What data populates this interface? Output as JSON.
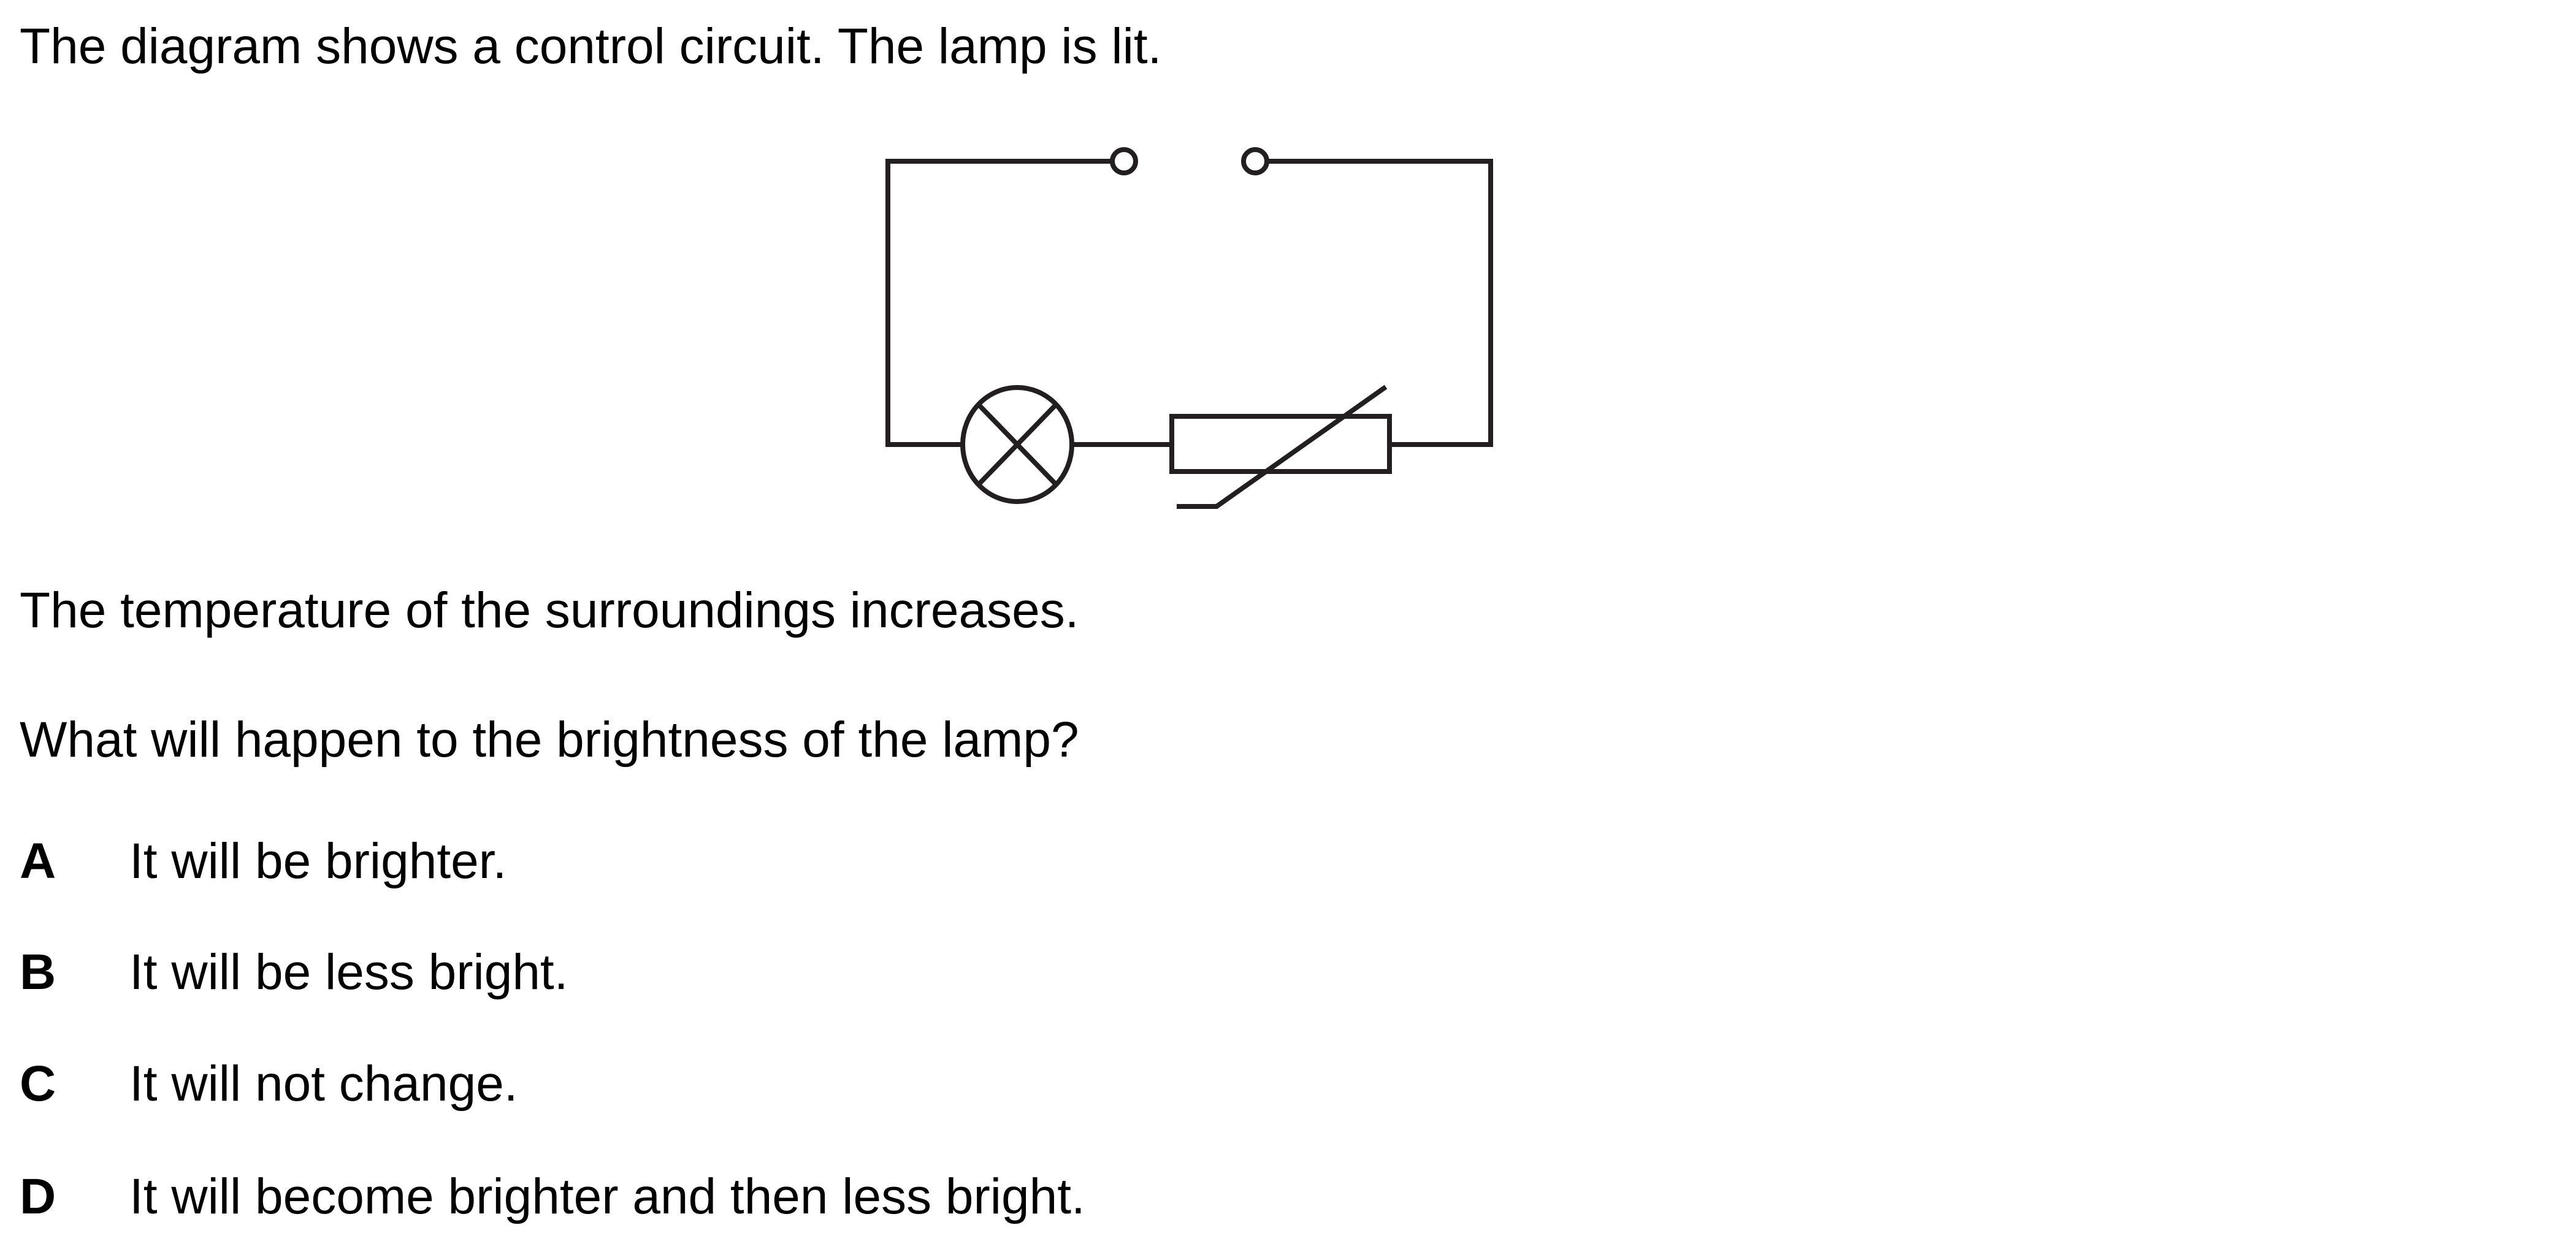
{
  "question": {
    "intro": "The diagram shows a control circuit. The lamp is lit.",
    "statement": "The temperature of the surroundings increases.",
    "prompt": "What will happen to the brightness of the lamp?"
  },
  "diagram": {
    "components": [
      "switch-terminals",
      "lamp",
      "thermistor"
    ],
    "stroke_color": "#231f20"
  },
  "options": [
    {
      "letter": "A",
      "text": "It will be brighter."
    },
    {
      "letter": "B",
      "text": "It will be less bright."
    },
    {
      "letter": "C",
      "text": "It will not change."
    },
    {
      "letter": "D",
      "text": "It will become brighter and then less bright."
    }
  ]
}
